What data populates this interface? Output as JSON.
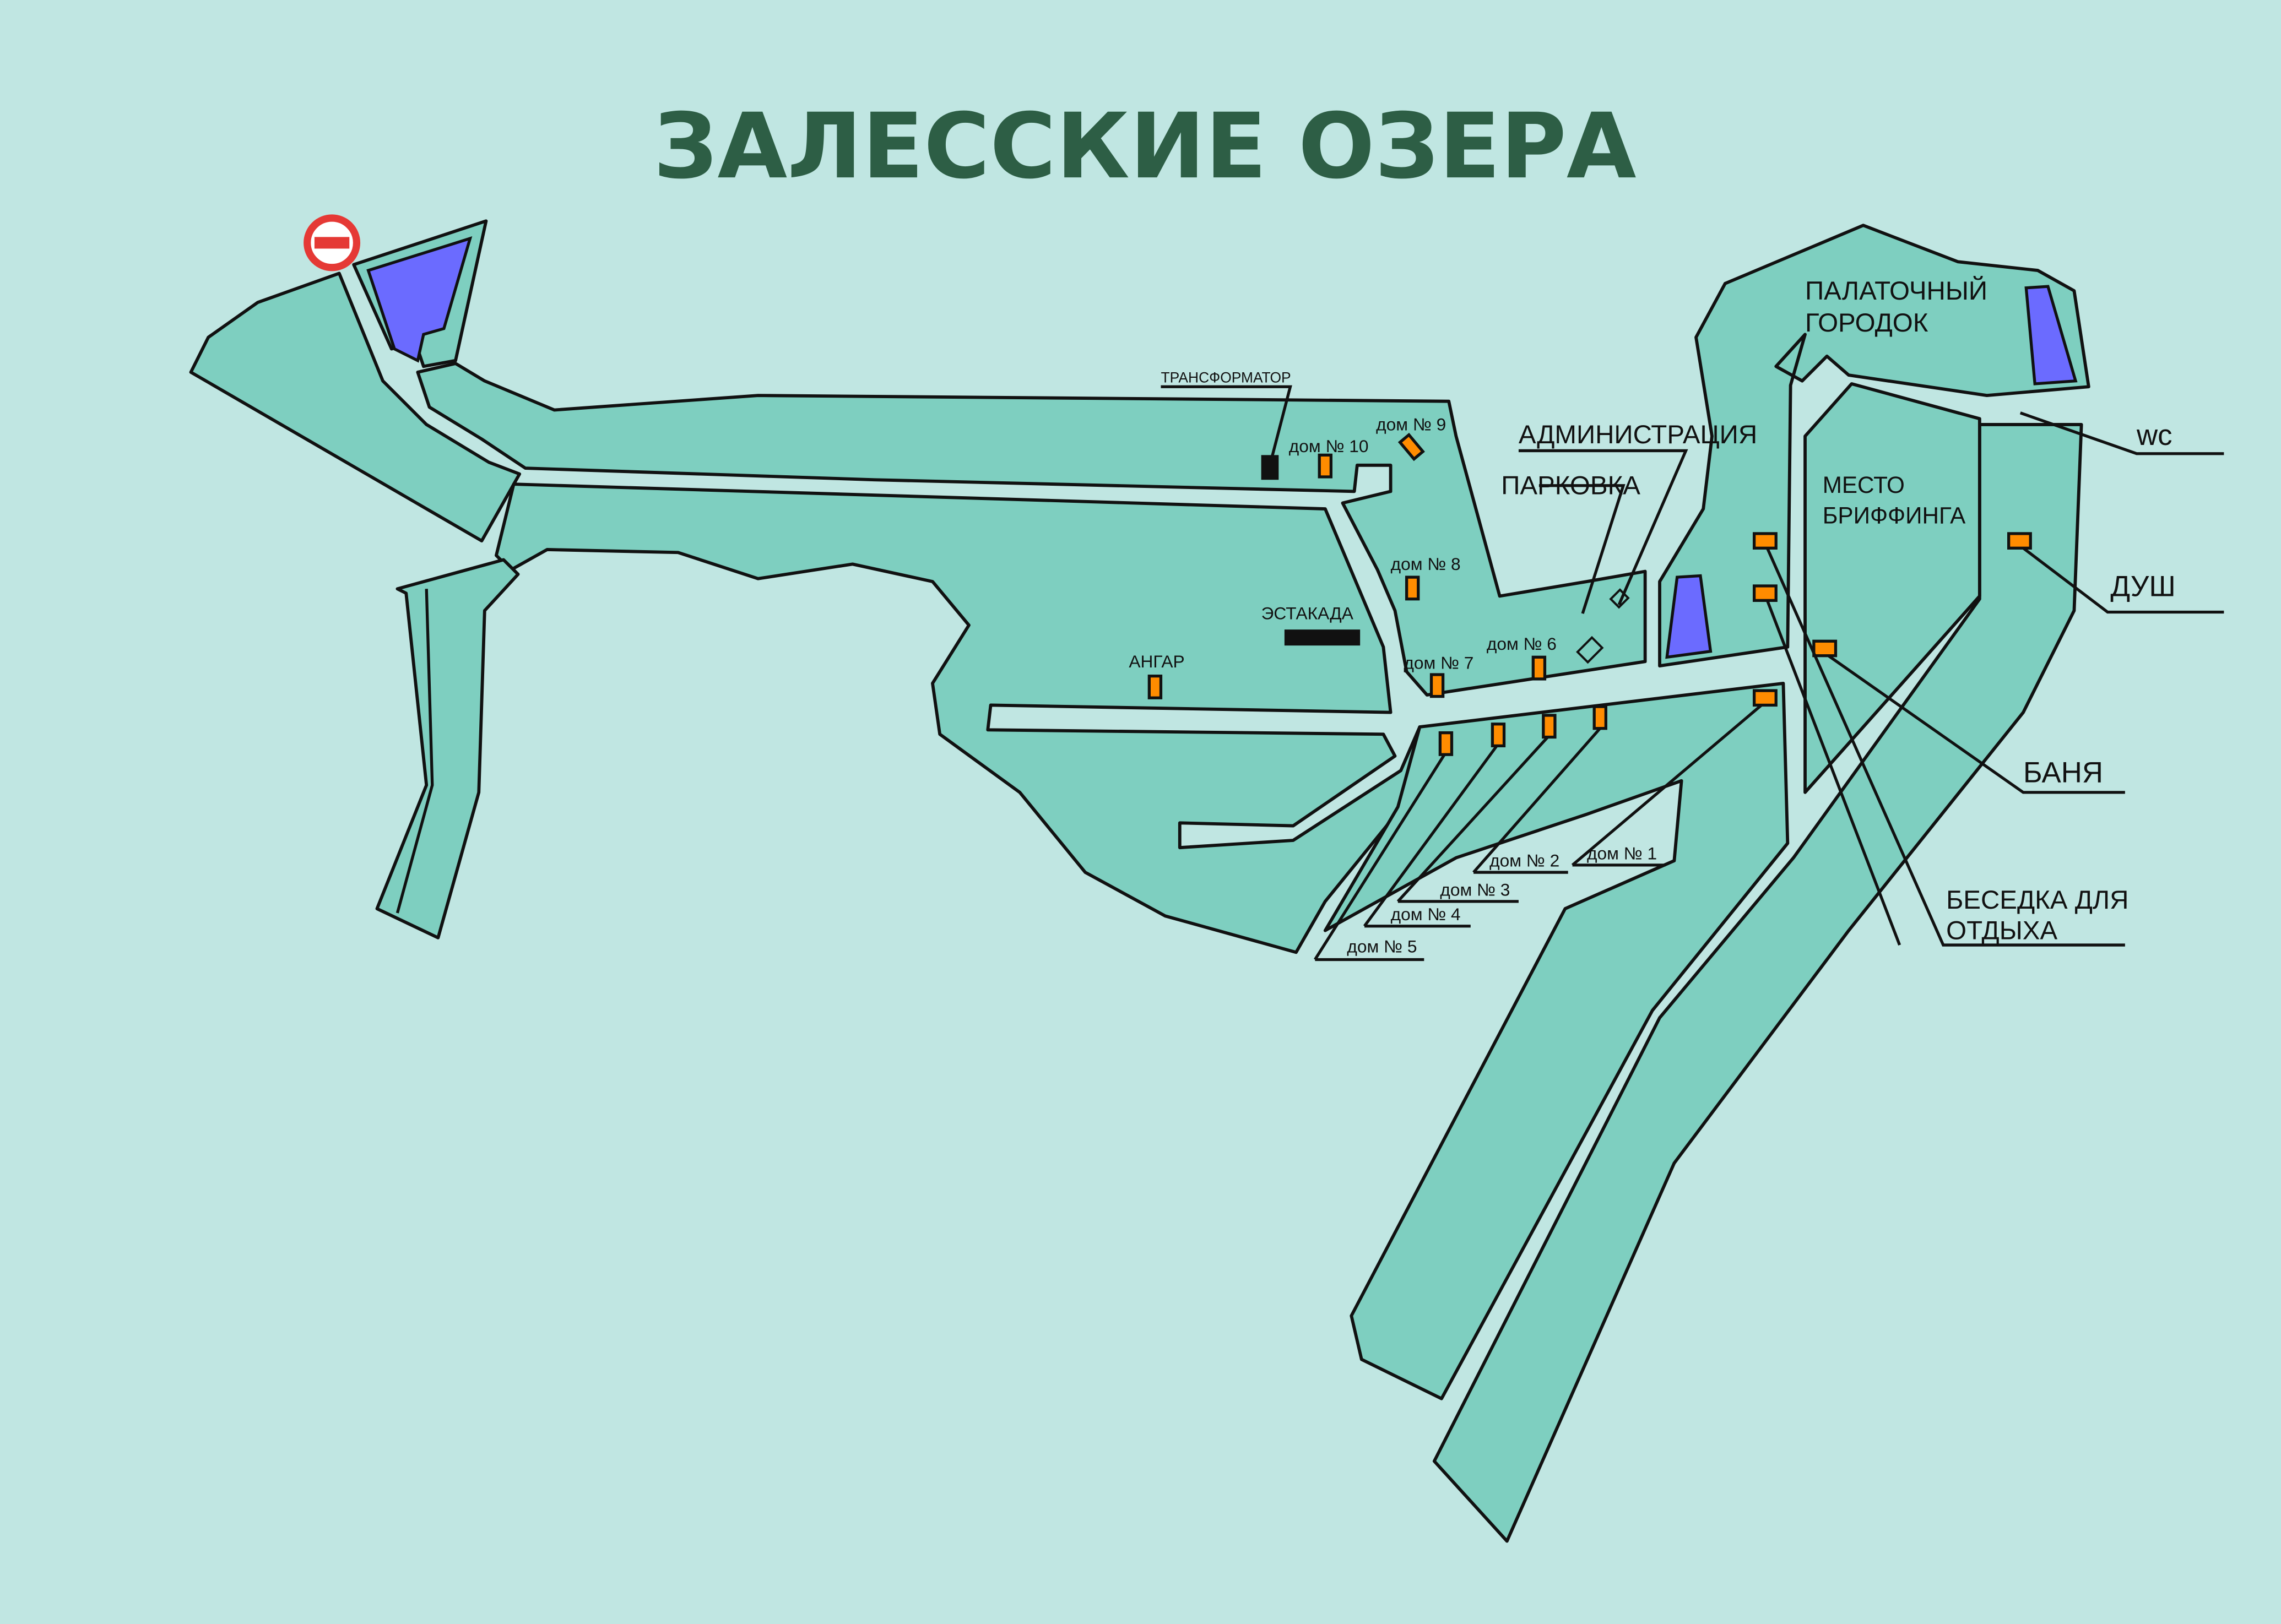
{
  "title": "ЗАЛЕССКИЕ ОЗЕРА",
  "colors": {
    "background": "#c0e6e2",
    "land": "#7ecfc0",
    "pond": "#6b6bff",
    "house": "#ff8c00",
    "title": "#2d5e45",
    "no_entry": "#e53935"
  },
  "icons": {
    "entry": "no-entry-sign-icon"
  },
  "labels": {
    "transformer": "ТРАНСФОРМАТОР",
    "house10": "дом № 10",
    "house9": "дом № 9",
    "house8": "дом № 8",
    "house7": "дом № 7",
    "house6": "дом № 6",
    "house5": "дом № 5",
    "house4": "дом № 4",
    "house3": "дом № 3",
    "house2": "дом № 2",
    "house1": "дом № 1",
    "overpass": "ЭСТАКАДА",
    "hangar": "АНГАР",
    "administration": "АДМИНИСТРАЦИЯ",
    "parking": "ПАРКОВКА",
    "tent_town_1": "ПАЛАТОЧНЫЙ",
    "tent_town_2": "ГОРОДОК",
    "briefing_1": "МЕСТО",
    "briefing_2": "БРИФФИНГА",
    "wc": "wc",
    "shower": "ДУШ",
    "bathhouse": "БАНЯ",
    "gazebo_1": "БЕСЕДКА ДЛЯ",
    "gazebo_2": "ОТДЫХА"
  }
}
